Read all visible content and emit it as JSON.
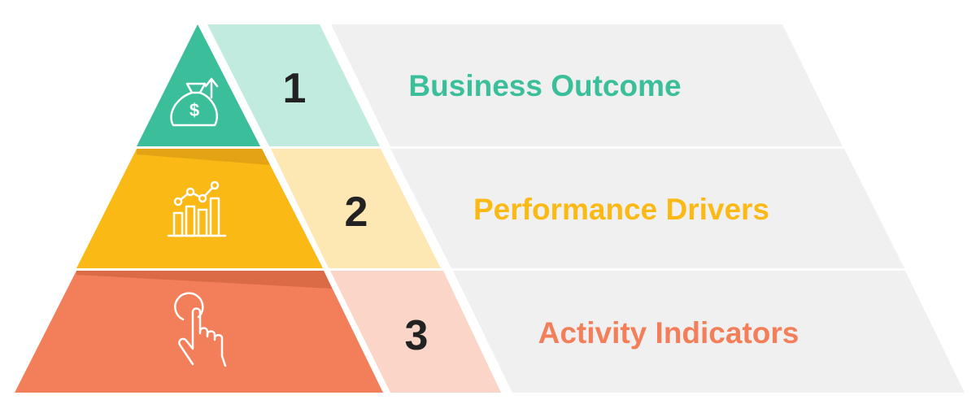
{
  "levels": [
    {
      "number": "1",
      "label": "Business Outcome",
      "icon": "money-bag-growth-icon",
      "color": "#3bbf9b",
      "tint": "#c2ebe0",
      "shadow": "#2aa584"
    },
    {
      "number": "2",
      "label": "Performance Drivers",
      "icon": "bar-chart-growth-icon",
      "color": "#fbb916",
      "tint": "#fde8b4",
      "shadow": "#e3a314"
    },
    {
      "number": "3",
      "label": "Activity Indicators",
      "icon": "pointer-hand-tap-icon",
      "color": "#f27f59",
      "tint": "#fbd5c7",
      "shadow": "#db6a47"
    }
  ],
  "panel_color": "#f0f0f0"
}
